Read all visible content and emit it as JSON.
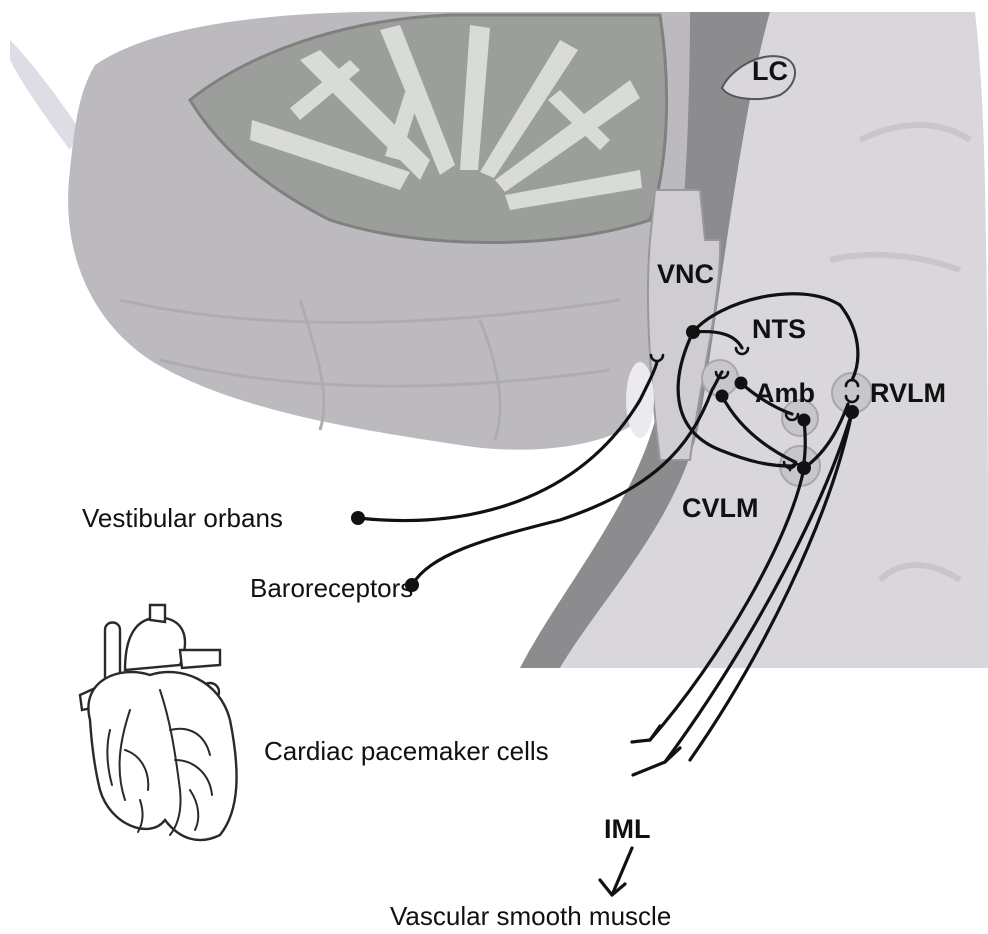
{
  "labels": {
    "lc": "LC",
    "vnc": "VNC",
    "nts": "NTS",
    "amb": "Amb",
    "rvlm": "RVLM",
    "cvlm": "CVLM",
    "iml": "IML",
    "vestibular": "Vestibular orbans",
    "baroreceptors": "Baroreceptors",
    "cardiac": "Cardiac pacemaker cells",
    "vascular": "Vascular smooth muscle"
  },
  "colors": {
    "cerebellum_outer": "#b9b7bb",
    "cerebellum_inner": "#9a9c9a",
    "brainstem": "#d9d6dc",
    "brainstem_edge": "#8e8d90",
    "ink": "#111111"
  },
  "icons": [
    "heart-icon"
  ]
}
